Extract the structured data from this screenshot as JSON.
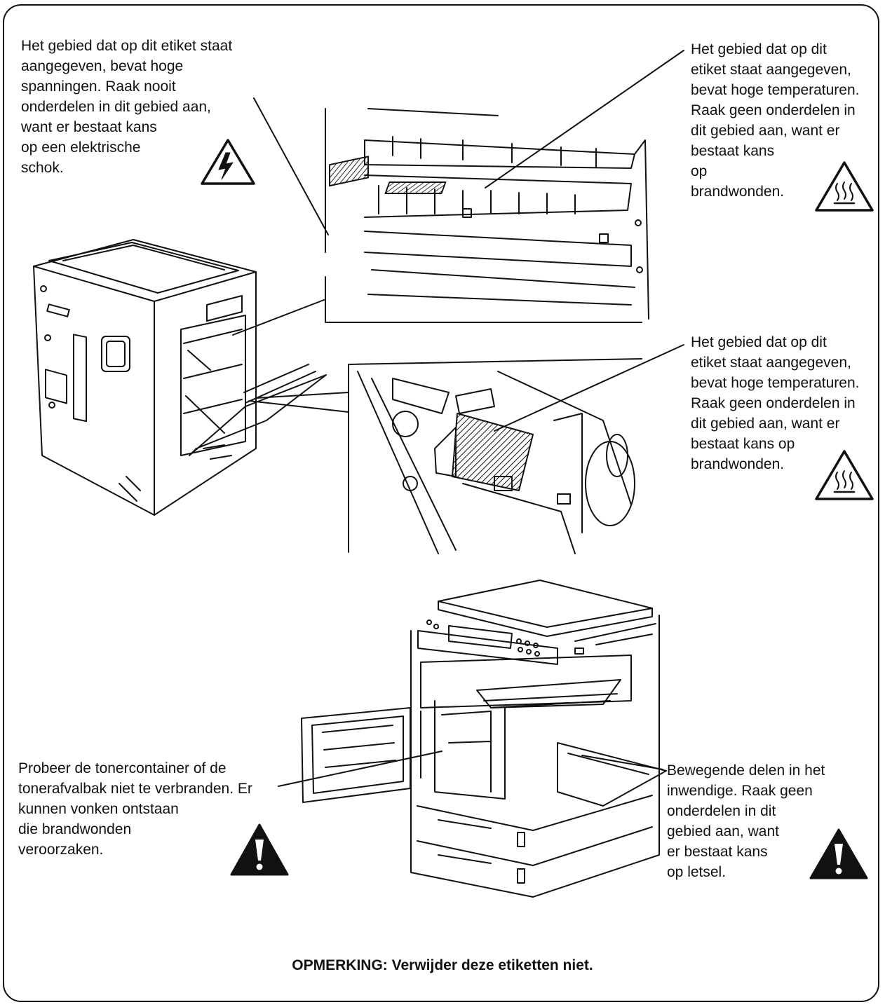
{
  "labels": {
    "high_voltage": [
      "Het gebied dat op dit etiket staat",
      "aangegeven, bevat hoge",
      "spanningen. Raak nooit",
      "onderdelen in dit gebied aan,",
      "want er bestaat kans",
      "op een elektrische",
      "schok."
    ],
    "high_temp_1": [
      "Het gebied dat op dit",
      "etiket staat aangegeven,",
      "bevat hoge temperaturen.",
      "Raak geen onderdelen in",
      "dit gebied aan, want er",
      "bestaat kans",
      "op",
      "brandwonden."
    ],
    "high_temp_2": [
      "Het gebied dat op dit",
      "etiket staat aangegeven,",
      "bevat hoge temperaturen.",
      "Raak geen onderdelen in",
      "dit gebied aan, want er",
      "bestaat kans op",
      "brandwonden."
    ],
    "toner": [
      "Probeer de tonercontainer of de",
      "tonerafvalbak niet te verbranden. Er",
      "kunnen vonken ontstaan",
      "die brandwonden",
      "veroorzaken."
    ],
    "moving_parts": [
      "Bewegende delen in het",
      "inwendige. Raak geen",
      "onderdelen in dit",
      "gebied aan, want",
      "er bestaat kans",
      "op letsel."
    ]
  },
  "note": "OPMERKING: Verwijder deze etiketten niet.",
  "icons": [
    "electric-shock-warning-icon",
    "hot-surface-warning-icon",
    "hot-surface-warning-icon",
    "general-warning-icon",
    "general-warning-icon"
  ],
  "colors": {
    "line": "#111111",
    "background": "#ffffff"
  }
}
